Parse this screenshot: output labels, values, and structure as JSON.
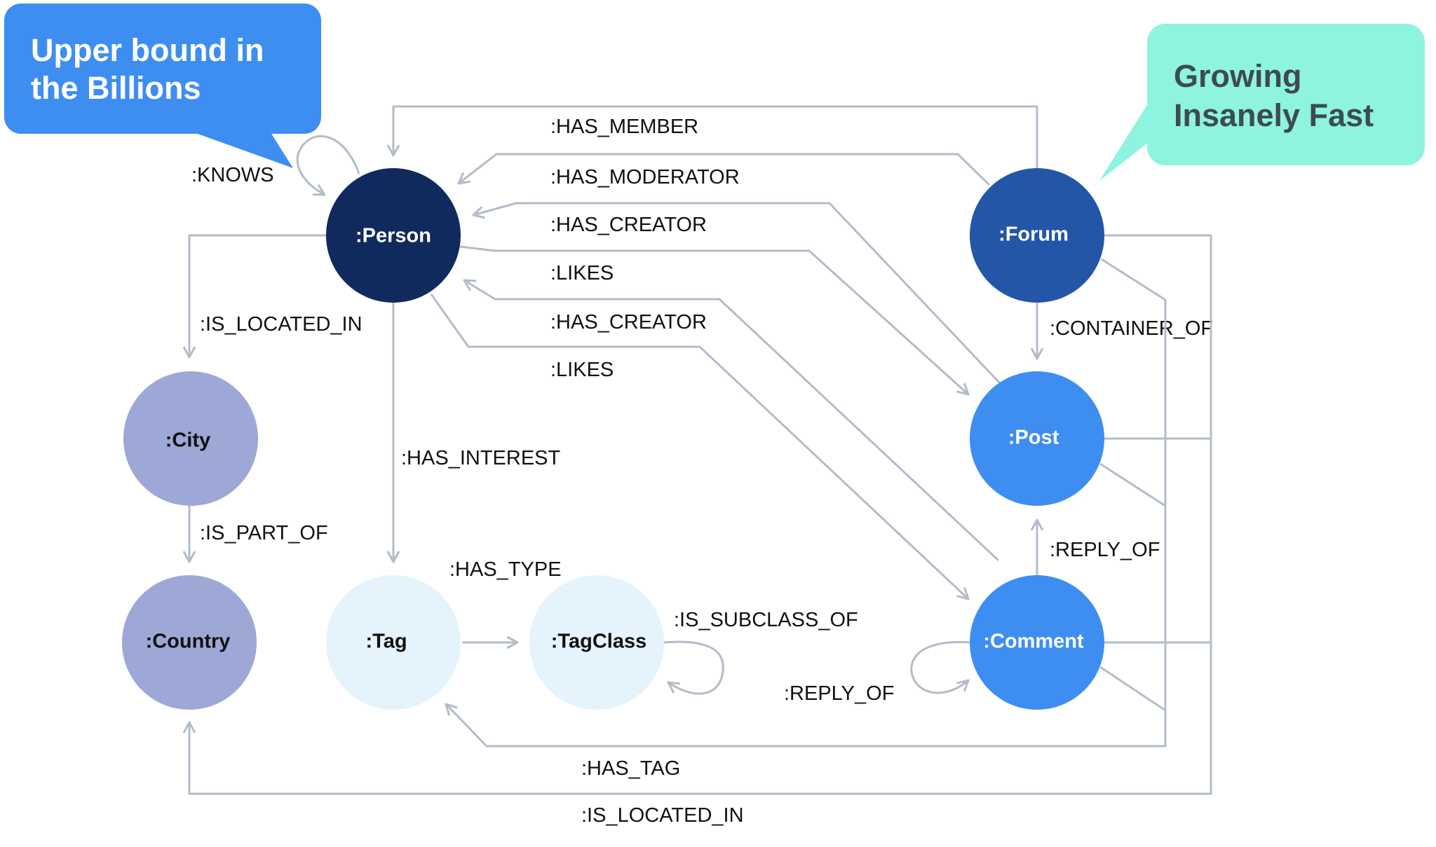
{
  "colors": {
    "edge": "#b3bcc8",
    "person": "#112a5e",
    "forum": "#2456a8",
    "post": "#3e8ef2",
    "comment": "#3e8ef2",
    "city": "#9da8d6",
    "country": "#9da8d6",
    "tag": "#e5f3fc",
    "tagclass": "#e5f3fc",
    "callout_left_bg": "#3e8ef2",
    "callout_left_text": "#ffffff",
    "callout_right_bg": "#8ef3df",
    "callout_right_text": "#3c4b54"
  },
  "callouts": {
    "left": {
      "line1": "Upper bound in",
      "line2": "the Billions"
    },
    "right": {
      "line1": "Growing",
      "line2": "Insanely Fast"
    }
  },
  "nodes": {
    "person": ":Person",
    "forum": ":Forum",
    "post": ":Post",
    "comment": ":Comment",
    "city": ":City",
    "country": ":Country",
    "tag": ":Tag",
    "tagclass": ":TagClass"
  },
  "edges": {
    "knows": ":KNOWS",
    "has_member": ":HAS_MEMBER",
    "has_moderator": ":HAS_MODERATOR",
    "has_creator_post": ":HAS_CREATOR",
    "likes_post": ":LIKES",
    "has_creator_comment": ":HAS_CREATOR",
    "likes_comment": ":LIKES",
    "person_is_located_in": ":IS_LOCATED_IN",
    "container_of": ":CONTAINER_OF",
    "has_interest": ":HAS_INTEREST",
    "is_part_of": ":IS_PART_OF",
    "has_type": ":HAS_TYPE",
    "is_subclass_of": ":IS_SUBCLASS_OF",
    "reply_of_post": ":REPLY_OF",
    "reply_of_comment": ":REPLY_OF",
    "has_tag": ":HAS_TAG",
    "message_is_located_in": ":IS_LOCATED_IN"
  }
}
